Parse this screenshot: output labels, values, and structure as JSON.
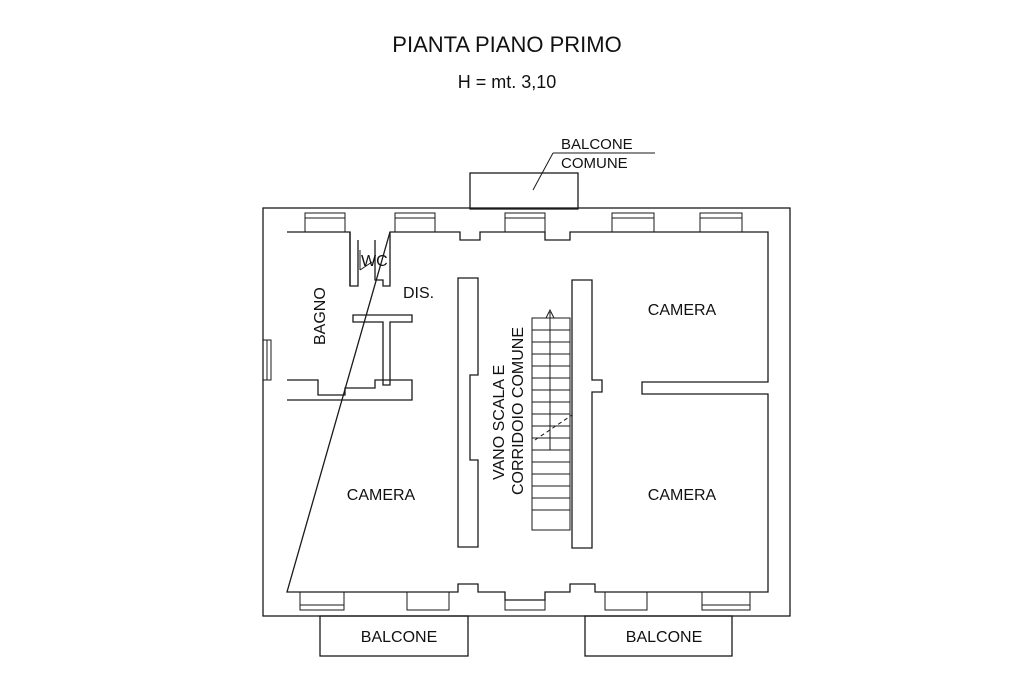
{
  "title": "PIANTA PIANO PRIMO",
  "subtitle": "H = mt. 3,10",
  "rooms": {
    "balcone_comune_line1": "BALCONE",
    "balcone_comune_line2": "COMUNE",
    "wc": "WC",
    "bagno": "BAGNO",
    "dis": "DIS.",
    "vano_line1": "VANO SCALA E",
    "vano_line2": "CORRIDOIO COMUNE",
    "camera_top_right": "CAMERA",
    "camera_bottom_left": "CAMERA",
    "camera_bottom_right": "CAMERA",
    "balcone_left": "BALCONE",
    "balcone_right": "BALCONE"
  },
  "colors": {
    "line": "#1a1a1a",
    "text": "#111111",
    "background": "#ffffff"
  }
}
